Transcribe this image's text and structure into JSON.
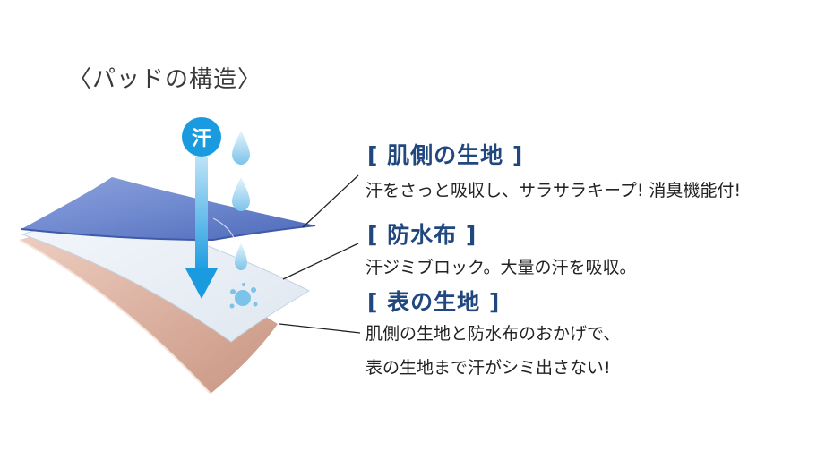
{
  "title": "〈パッドの構造〉",
  "sweat_label": "汗",
  "layers": [
    {
      "heading": "[ 肌側の生地 ]",
      "lines": [
        "汗をさっと吸収し、サラサラキープ! 消臭機能付!"
      ]
    },
    {
      "heading": "[ 防水布 ]",
      "lines": [
        "汗ジミブロック。大量の汗を吸収。"
      ]
    },
    {
      "heading": "[ 表の生地 ]",
      "lines": [
        "肌側の生地と防水布のおかげで、",
        "表の生地まで汗がシミ出さない!"
      ]
    }
  ],
  "colors": {
    "heading": "#21477f",
    "arrow": "#1a9be0",
    "skin_layer": "#5b79c4",
    "waterproof_layer": "#e8eff6",
    "outer_layer": "#d9aa98"
  },
  "icons": [
    "sweat-drop-icon",
    "sweat-splash-icon",
    "down-arrow-icon"
  ]
}
